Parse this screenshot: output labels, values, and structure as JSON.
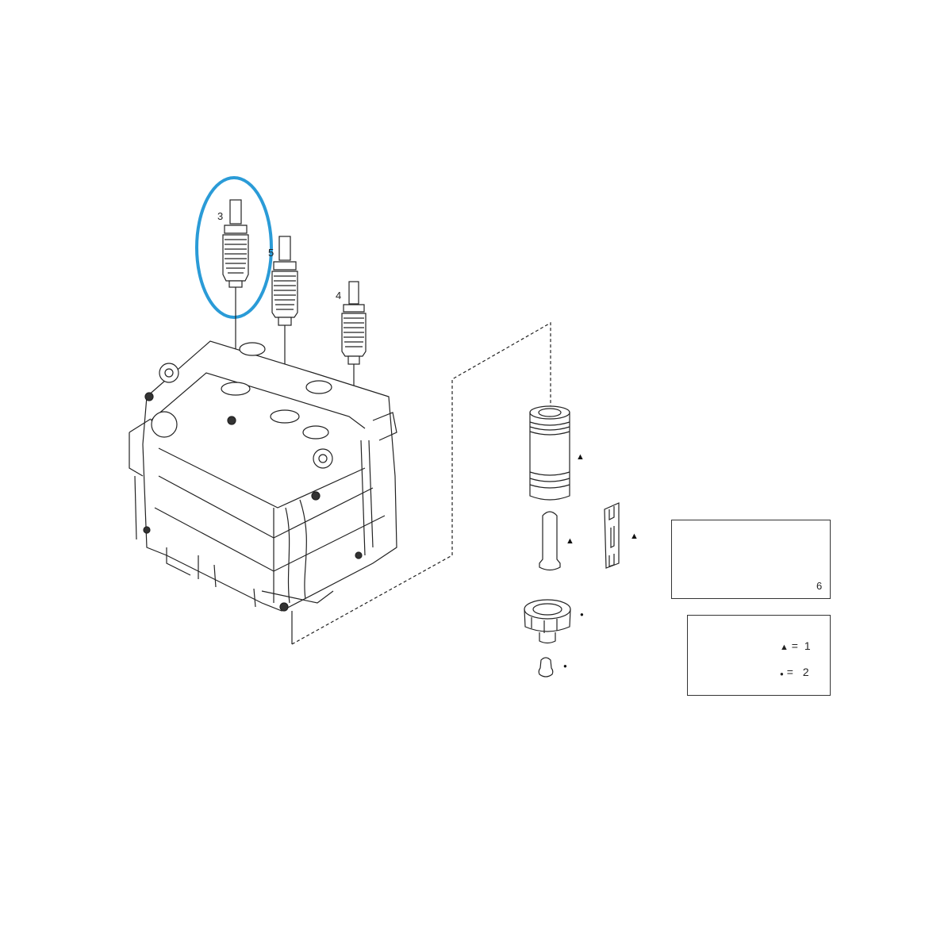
{
  "diagram": {
    "type": "exploded-parts-view",
    "highlight_color": "#2a9bd7",
    "line_color": "#222222",
    "callouts": [
      {
        "id": "part-3",
        "label": "3",
        "highlighted": true
      },
      {
        "id": "part-5",
        "label": "5",
        "highlighted": false
      },
      {
        "id": "part-4",
        "label": "4",
        "highlighted": false
      },
      {
        "id": "part-6",
        "label": "6",
        "highlighted": false
      }
    ],
    "part_markers": [
      {
        "part": "filter-cartridge",
        "marker": "▲"
      },
      {
        "part": "small-filter",
        "marker": "▲"
      },
      {
        "part": "clip",
        "marker": "▲"
      },
      {
        "part": "cap",
        "marker": "●"
      },
      {
        "part": "plug",
        "marker": "●"
      }
    ],
    "legend": {
      "triangle_symbol": "▲",
      "triangle_eq": "=",
      "triangle_value": "1",
      "dot_symbol": "●",
      "dot_eq": "=",
      "dot_value": "2"
    }
  }
}
